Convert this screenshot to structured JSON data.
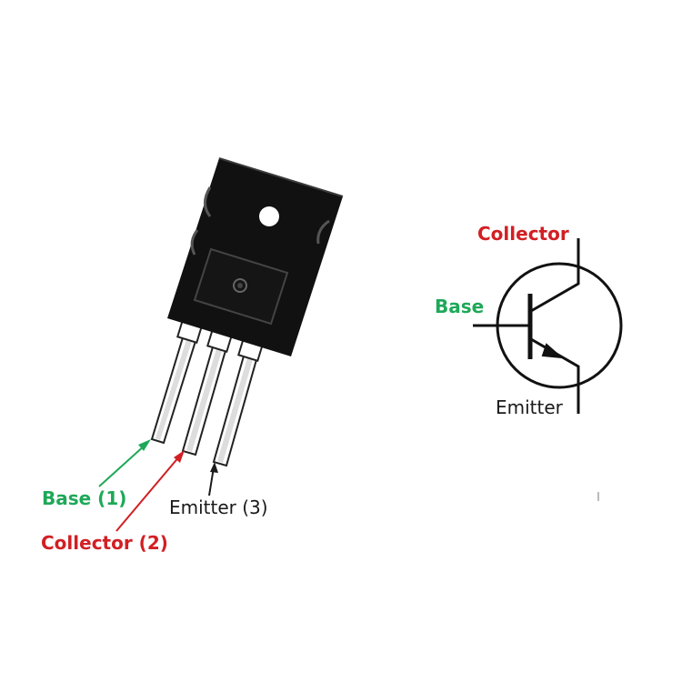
{
  "package_labels": {
    "base": "Base (1)",
    "collector": "Collector (2)",
    "emitter": "Emitter (3)"
  },
  "symbol_labels": {
    "collector": "Collector",
    "base": "Base",
    "emitter": "Emitter"
  },
  "colors": {
    "base": "#1ea858",
    "collector": "#d21f24",
    "emitter": "#1a1a1a",
    "body": "#111111"
  }
}
